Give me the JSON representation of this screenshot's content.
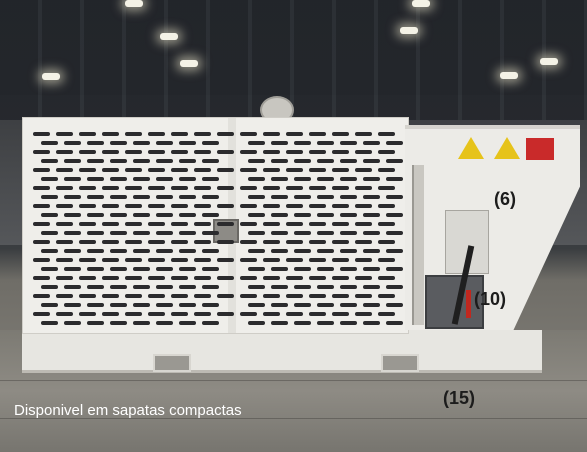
{
  "scene": {
    "subject": "machine",
    "caption": "Disponivel em sapatas compactas"
  },
  "callouts": [
    "(6)",
    "(10)",
    "(15)"
  ],
  "colors": {
    "caption_text": "#ffffff",
    "callout_text": "#1c1c1c",
    "machine_body": "#efeeea",
    "warning_sign": "#e6c31a",
    "danger_sign": "#c92a2a"
  }
}
